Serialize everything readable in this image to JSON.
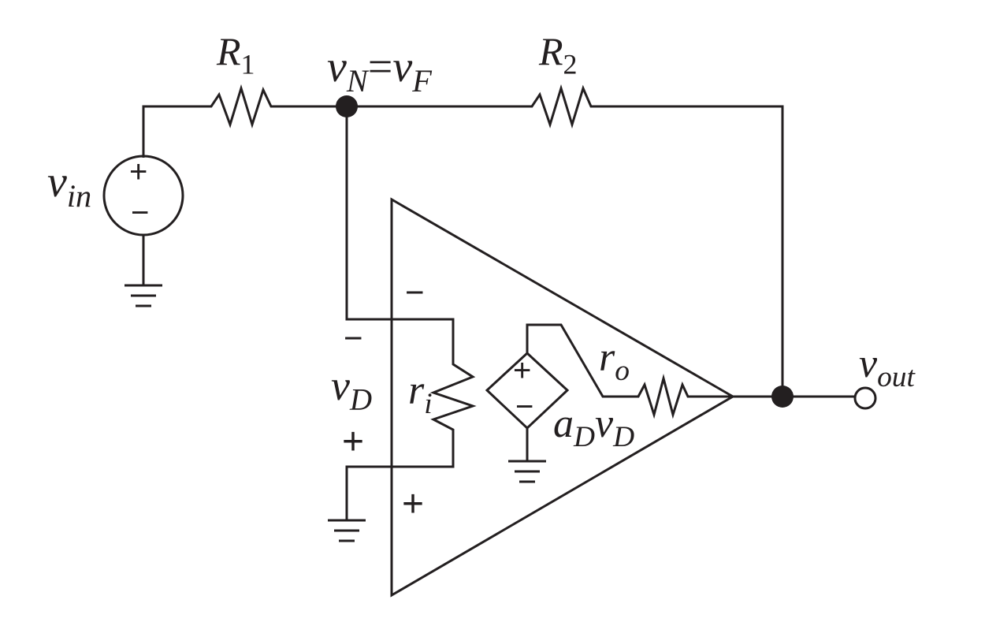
{
  "labels": {
    "r1": {
      "main": "R",
      "sub": "1"
    },
    "r2": {
      "main": "R",
      "sub": "2"
    },
    "node_vn": {
      "main1": "v",
      "sub1": "N",
      "eq": "=",
      "main2": "v",
      "sub2": "F"
    },
    "vin": {
      "main": "v",
      "sub": "in"
    },
    "vout": {
      "main": "v",
      "sub": "out"
    },
    "vd": {
      "main": "v",
      "sub": "D"
    },
    "ri": {
      "main": "r",
      "sub": "i"
    },
    "ro": {
      "main": "r",
      "sub": "o"
    },
    "gain": {
      "main1": "a",
      "sub1": "D",
      "main2": "v",
      "sub2": "D"
    }
  },
  "polarity": {
    "vin_plus": "+",
    "vin_minus": "−",
    "src_plus": "+",
    "src_minus": "−",
    "in_minus": "−",
    "in_plus": "+",
    "vd_minus": "−",
    "vd_plus": "+"
  }
}
